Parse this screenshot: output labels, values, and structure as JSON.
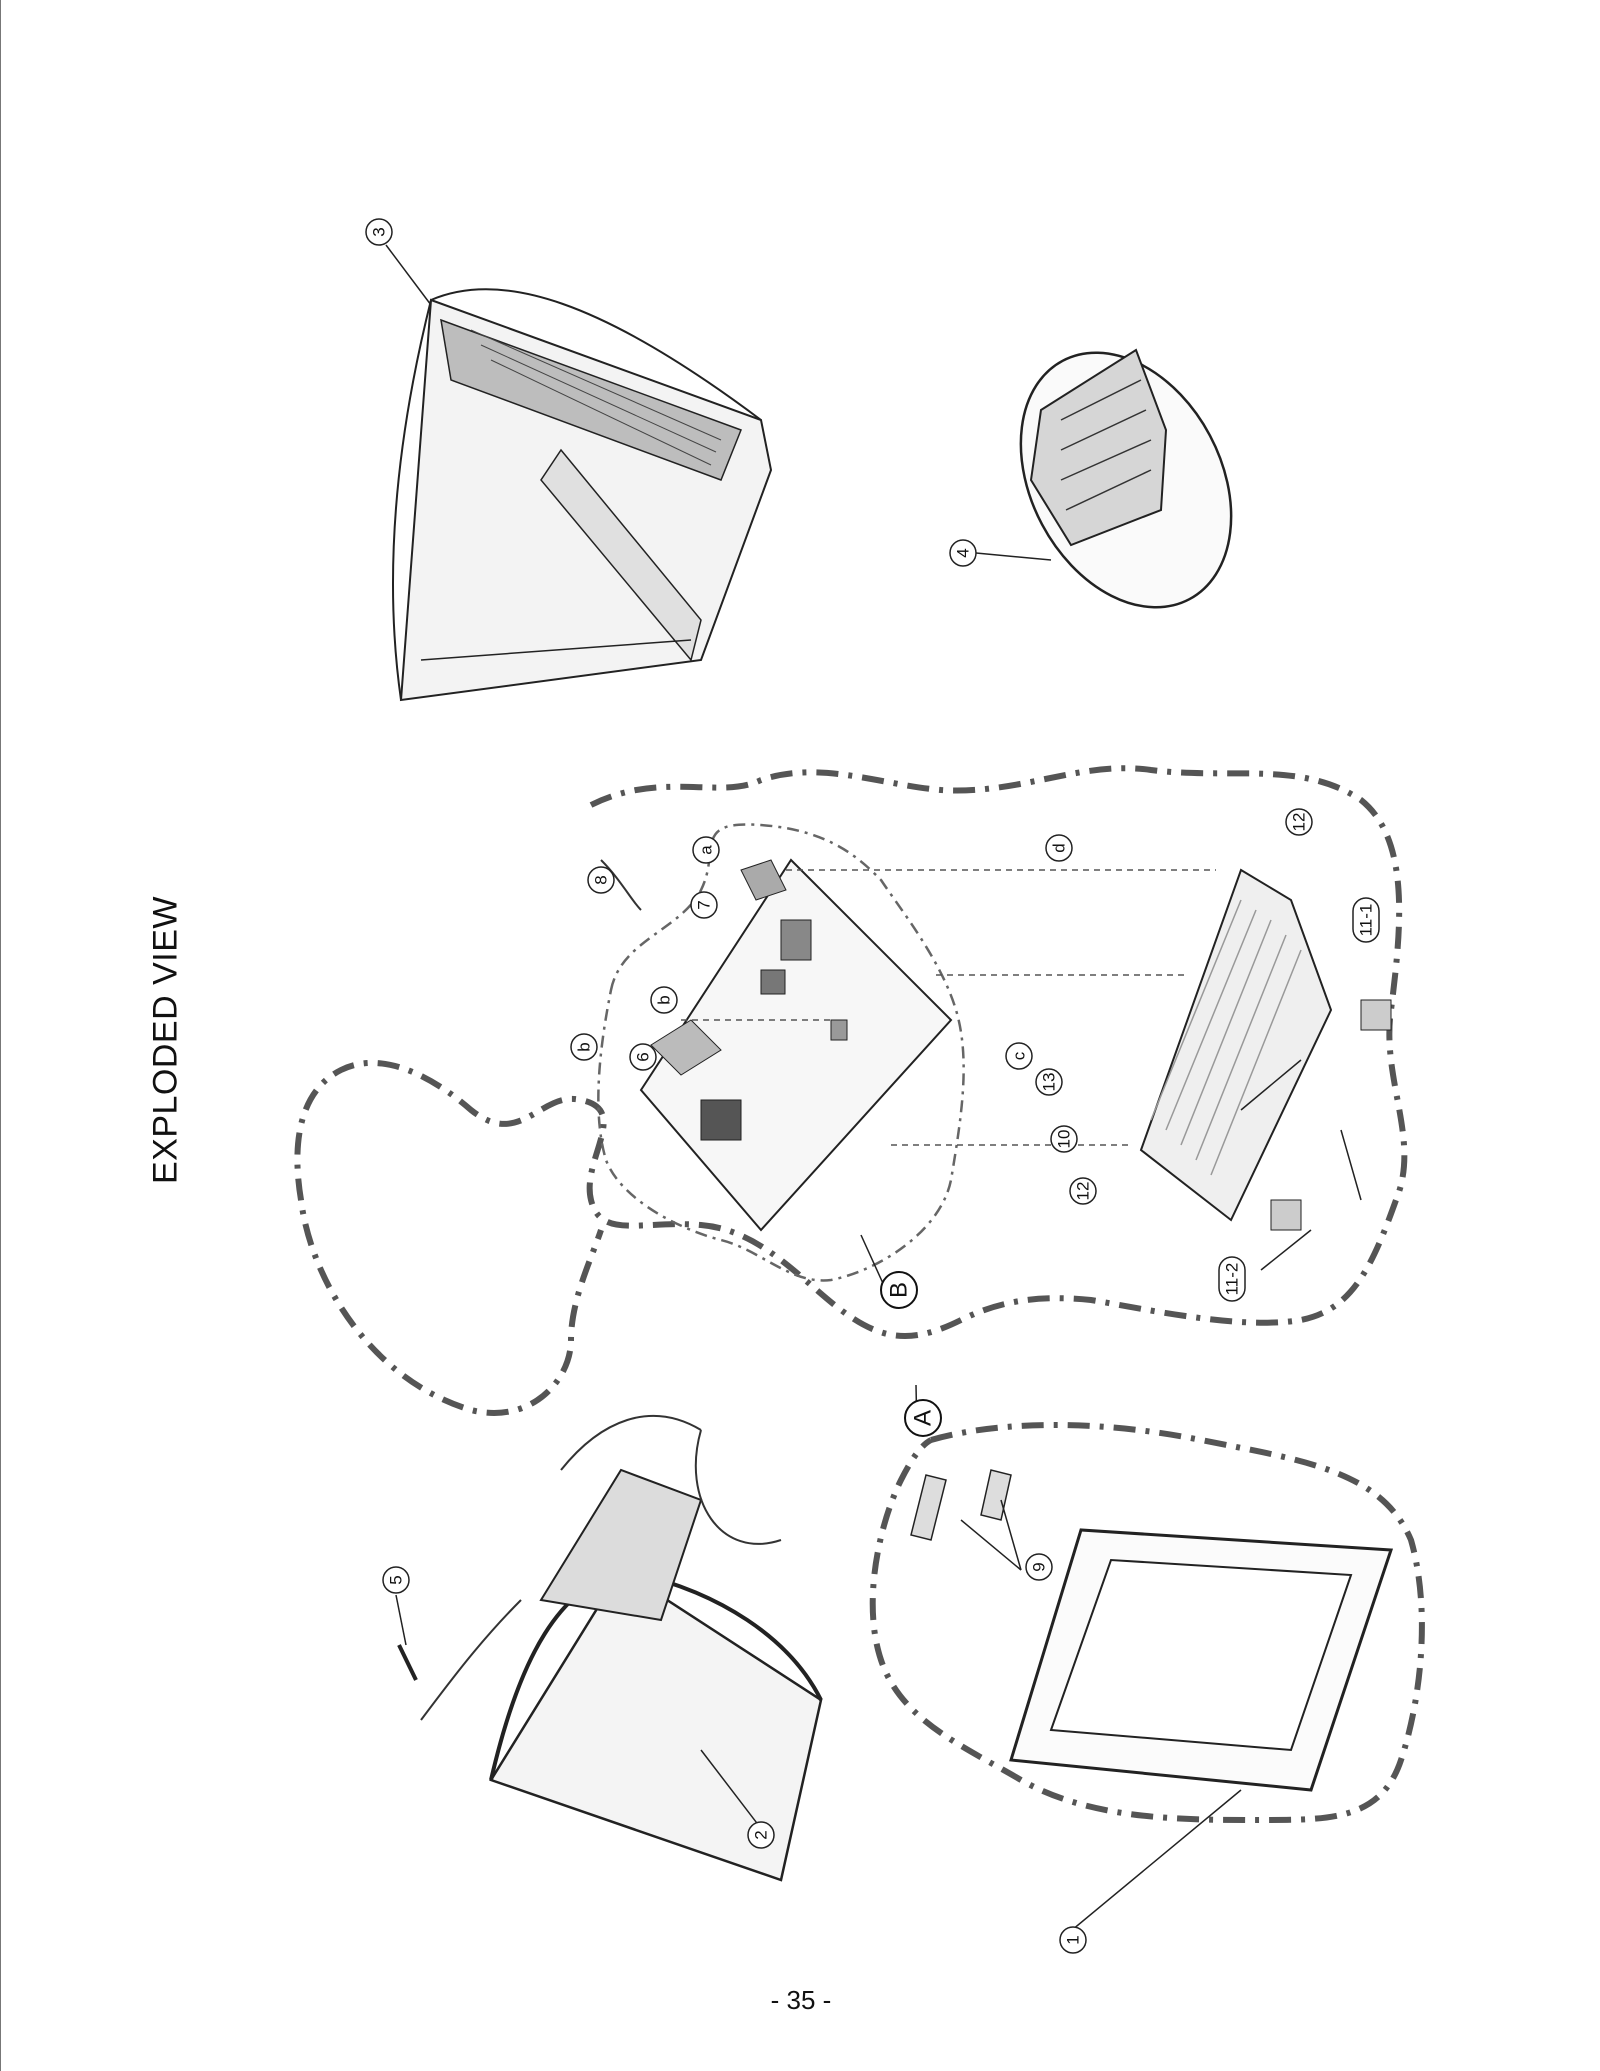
{
  "page": {
    "title": "EXPLODED VIEW",
    "page_number": "- 35 -"
  },
  "labels": {
    "l1": "1",
    "l2": "2",
    "l3": "3",
    "l4": "4",
    "l5": "5",
    "l6": "6",
    "l7": "7",
    "l8": "8",
    "l9": "9",
    "l10": "10",
    "l11_1": "11-1",
    "l11_2": "11-2",
    "l12a": "12",
    "l12b": "12",
    "l13": "13",
    "la": "a",
    "lb1": "b",
    "lb2": "b",
    "lc": "c",
    "ld": "d",
    "gA": "A",
    "gB": "B"
  }
}
